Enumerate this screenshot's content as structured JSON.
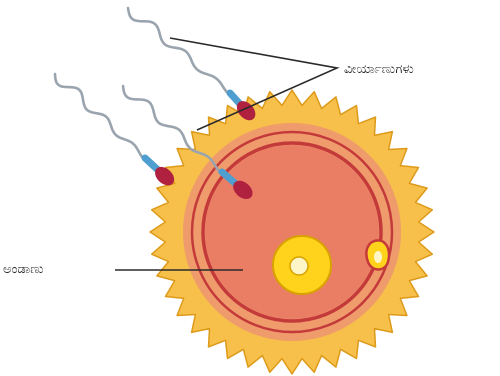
{
  "labels": {
    "sperm": "ವೀರ್ಯಾಣುಗಳು",
    "egg": "ಅಂಡಾಣು"
  },
  "colors": {
    "corona": "#f7c04a",
    "corona_edge": "#dd9a1a",
    "zona": "#ef9b6c",
    "membrane": "#c4393a",
    "cytoplasm": "#ea7e64",
    "nucleus": "#ffd21c",
    "nucleus_edge": "#d8a200",
    "nucleolus": "#fff6c8",
    "sperm_head": "#b0213f",
    "sperm_midpiece": "#4e9ed0",
    "sperm_tail": "#9aa4ae",
    "leader_line": "#2a2a2a"
  },
  "parts": [
    "corona-radiata",
    "zona-pellucida",
    "cell-membrane",
    "cytoplasm",
    "nucleus",
    "polar-body",
    "sperm-cell"
  ]
}
